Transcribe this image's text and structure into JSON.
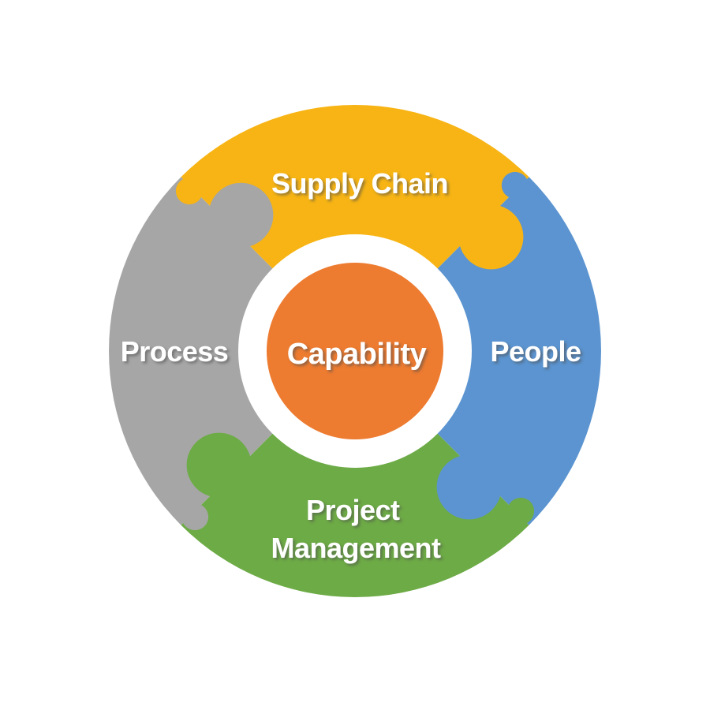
{
  "wheel": {
    "background_color": "#FFFFFF",
    "hole_color": "#FFFFFF",
    "label_text_color": "#FFFFFF",
    "center": {
      "label": "Capability",
      "color": "#ED7B30"
    },
    "segments": [
      {
        "id": "supply-chain",
        "position": "top",
        "label": "Supply Chain",
        "lines": [
          "Supply Chain"
        ],
        "color": "#F7B414"
      },
      {
        "id": "people",
        "position": "right",
        "label": "People",
        "lines": [
          "People"
        ],
        "color": "#5B94D0"
      },
      {
        "id": "project-management",
        "position": "bottom",
        "label": "Project Management",
        "lines": [
          "Project",
          "Management"
        ],
        "color": "#6DAB46"
      },
      {
        "id": "process",
        "position": "left",
        "label": "Process",
        "lines": [
          "Process"
        ],
        "color": "#A6A6A6"
      }
    ]
  }
}
